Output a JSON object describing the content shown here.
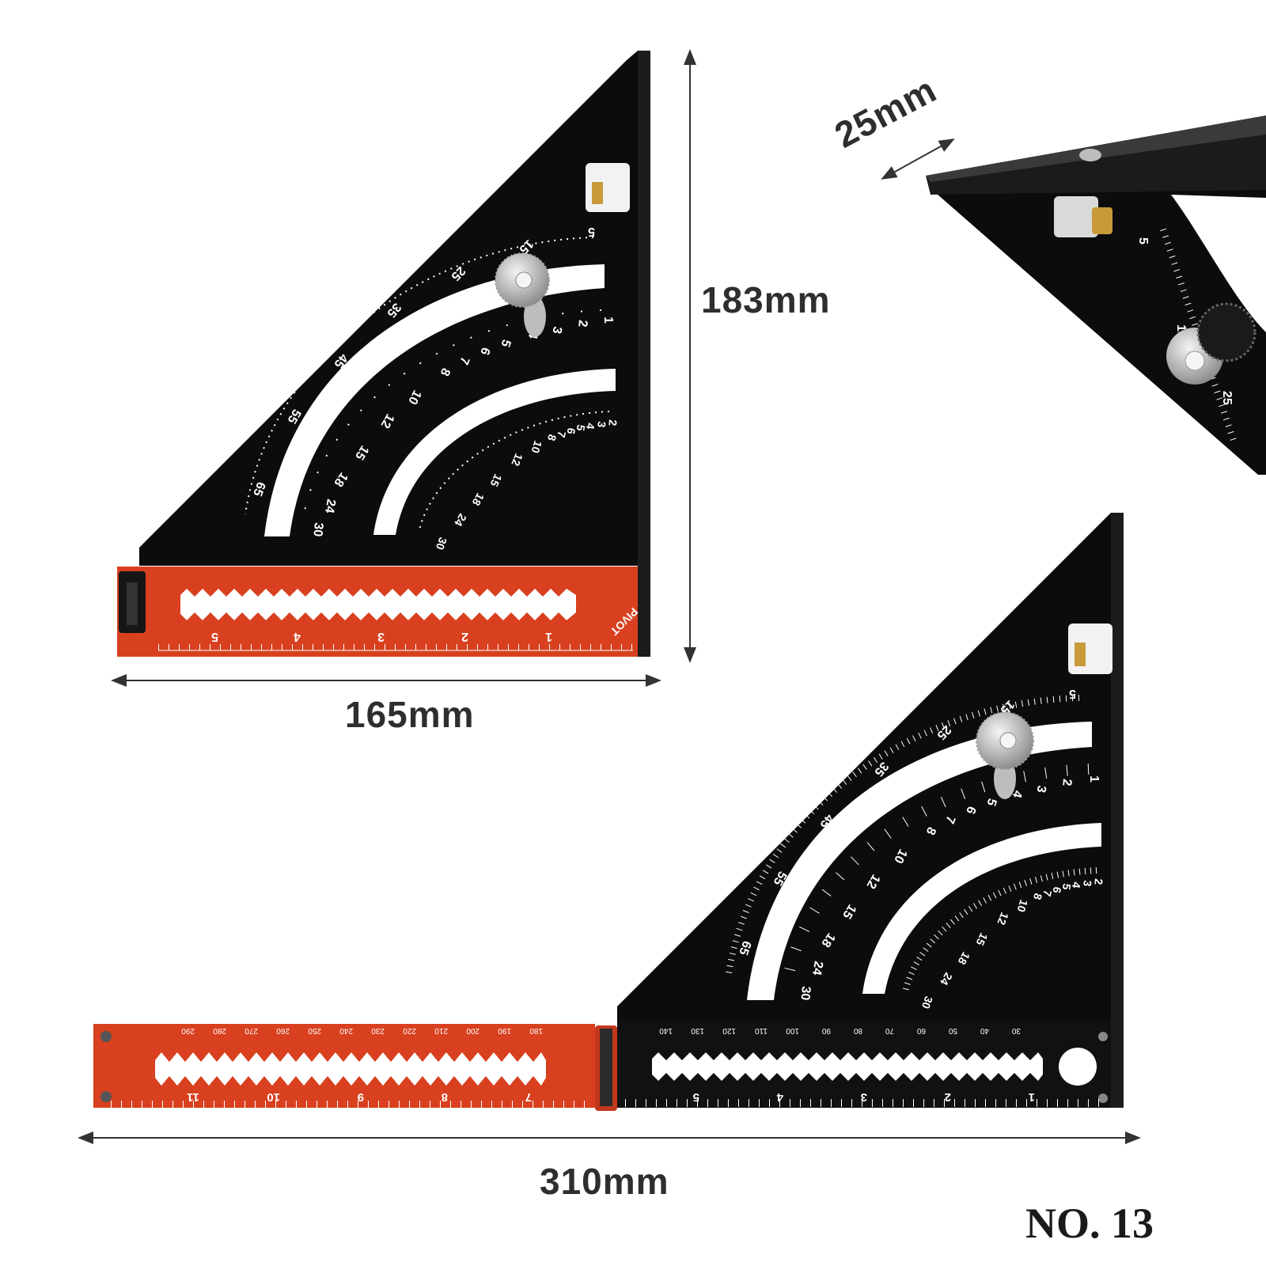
{
  "dimensions": {
    "height": "183mm",
    "width": "165mm",
    "thickness": "25mm",
    "extended_length": "310mm"
  },
  "model_number": "NO. 13",
  "tool_markings": {
    "pivot": "PIVOT",
    "outer_scale": [
      "5",
      "15",
      "25",
      "35",
      "45",
      "55",
      "65"
    ],
    "middle_scale": [
      "1",
      "2",
      "3",
      "4",
      "5",
      "6",
      "7",
      "8",
      "10",
      "12",
      "15",
      "18",
      "24",
      "30"
    ],
    "inner_scale": [
      "2",
      "3",
      "4",
      "5",
      "6",
      "7",
      "8",
      "10",
      "12",
      "15",
      "18",
      "24",
      "30"
    ],
    "ruler_inches": [
      "1",
      "2",
      "3",
      "4",
      "5"
    ],
    "ruler_inches_extension": [
      "7",
      "8",
      "9",
      "10",
      "11"
    ],
    "ruler_mm_black": [
      "30",
      "40",
      "50",
      "60",
      "70",
      "80",
      "90",
      "100",
      "110",
      "120",
      "130",
      "140"
    ],
    "ruler_mm_red": [
      "180",
      "190",
      "200",
      "210",
      "220",
      "230",
      "240",
      "250",
      "260",
      "270",
      "280",
      "290"
    ]
  },
  "colors": {
    "body": "#0c0c0c",
    "hinge_arm": "#d8401f",
    "engraving": "#ffffff",
    "knob": "#c9c9c9",
    "brass": "#c99a3a"
  }
}
